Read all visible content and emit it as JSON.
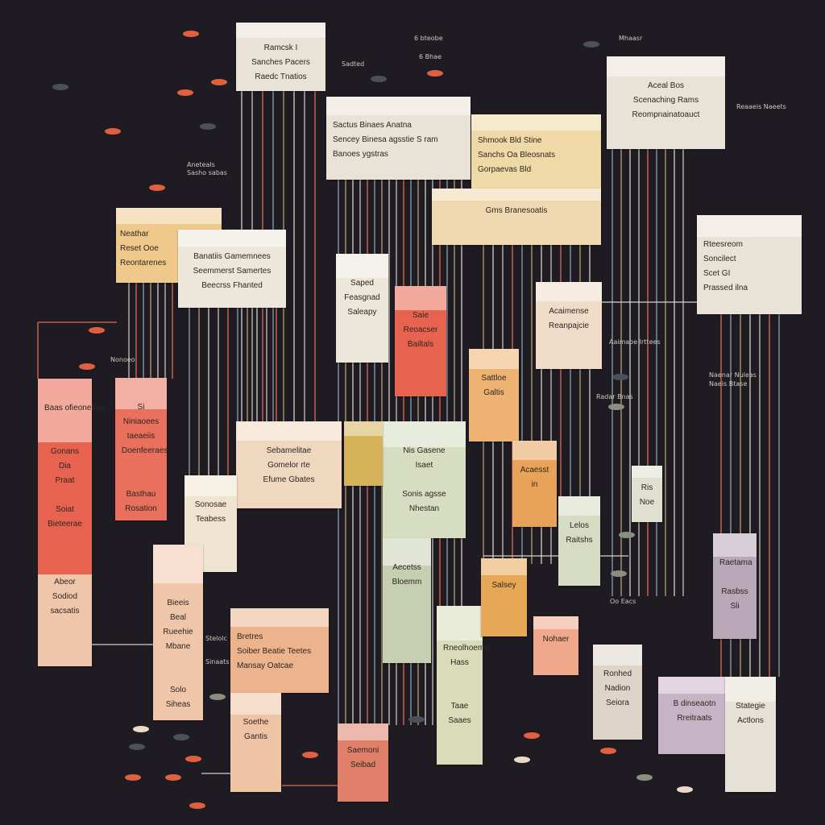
{
  "background": "#1e1c22",
  "cards": [
    {
      "lines": [
        "Ramcsk I",
        "Sanches Pacers",
        "Raedc Tnatios"
      ]
    },
    {
      "lines": [
        "Sactus   Binaes        Anatna",
        "Sencey   Binesa agsstie  S ram",
        "Banoes                ygstras"
      ]
    },
    {
      "lines": [
        "Shmook Bld    Stine",
        "Sanchs Oa       Bleosnats",
        "Gorpaevas        Bld"
      ]
    },
    {
      "lines": [
        "Gms Branesoatis"
      ]
    },
    {
      "lines": [
        "Aceal Bos",
        "Scenaching Rams",
        "Reompnainatoauct"
      ]
    },
    {
      "lines": [
        "Rteesreom",
        "Soncilect",
        "Scet GI",
        "Prassed ilna"
      ]
    },
    {
      "lines": [
        "Neathar",
        "Reset Ooe",
        "Reontarenes"
      ]
    },
    {
      "lines": [
        "Banatiis Gamemnees",
        "Seemmerst Samertes",
        "Beecrss Fhanted"
      ]
    },
    {
      "lines": [
        "Saped",
        "Feasgnad",
        "Saleapy"
      ]
    },
    {
      "lines": [
        "Saie",
        "Reoacser",
        "Bailtals"
      ]
    },
    {
      "lines": [
        "Sattloe",
        "Galtis"
      ]
    },
    {
      "lines": [
        "Acaimense",
        "Reanpajcie"
      ]
    },
    {
      "lines": [
        "Baas ofieonelnes",
        "",
        "",
        "Gonans",
        "Dia",
        "Praat",
        "",
        "Soiat",
        "Bieteerae",
        "",
        "",
        "",
        "Abeor",
        "Sodiod",
        "sacsatis"
      ]
    },
    {
      "lines": [
        "Si",
        "Niniaoees",
        "taeaeiis",
        "Doenfeeraes",
        "",
        "",
        "Basthau",
        "Rosation"
      ]
    },
    {
      "lines": [
        "Sebamelitae",
        "Gomelor rte",
        "Efume Gbates"
      ]
    },
    {
      "lines": [
        "Sonosae",
        "Teabess"
      ]
    },
    {
      "lines": [
        "",
        "",
        "Bieeis",
        "Beal",
        "Rueehie",
        "Mbane",
        "",
        "",
        "Solo",
        "Siheas"
      ]
    },
    {
      "lines": [
        "Bretres",
        "Soiber  Beatie Teetes",
        "Mansay Oatcae"
      ]
    },
    {
      "lines": [
        "Soethe",
        "Gantis"
      ]
    },
    {
      "lines": [
        "Saemoni",
        "Seibad"
      ]
    },
    {
      "lines": [
        "Nis Gasene",
        "Isaet",
        "",
        "Sonis agsse",
        "Nhestan"
      ]
    },
    {
      "lines": [
        "Aecetss",
        "Bloemm"
      ]
    },
    {
      "lines": [
        "Rneolhoemis",
        "Hass",
        "",
        "",
        "Taae",
        "Saaes"
      ]
    },
    {
      "lines": [
        "Salsey"
      ]
    },
    {
      "lines": [
        "Acaesst",
        "in"
      ]
    },
    {
      "lines": [
        "Lelos",
        "Raitshs"
      ]
    },
    {
      "lines": [
        "Nohaer"
      ]
    },
    {
      "lines": [
        "Ronhed",
        "Nadion",
        "Seiora"
      ]
    },
    {
      "lines": [
        "B dinseaotn",
        "Rreitraats"
      ]
    },
    {
      "lines": [
        "Raetama",
        "",
        "Rasbss",
        "Sli"
      ]
    },
    {
      "lines": [
        "Stategie",
        "Actlons"
      ]
    },
    {
      "lines": [
        "Ris",
        "Noe"
      ]
    },
    {
      "lines": []
    }
  ],
  "labels": [
    "Aneteals",
    "Sasho sabas",
    "Nonoeo",
    "6 bteobe",
    "6 Bhae",
    "Sadted",
    "Mhaasr",
    "Reaaeis Naeets",
    "Aaimaoe Irttees",
    "Naenar Nuleas",
    "Naeis Btase",
    "Radar Bnas",
    "Oo Eacs",
    "Stelolc",
    "Sinaats"
  ],
  "colors": {
    "red": "#e8634f",
    "peach": "#f0c6aa",
    "cream": "#e9e2d6",
    "mustard": "#efc98c",
    "sage": "#d6ddc0",
    "mauve": "#c7b3c6"
  }
}
